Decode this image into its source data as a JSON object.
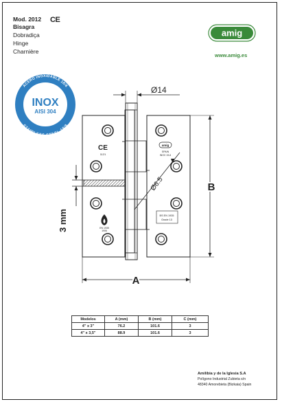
{
  "header": {
    "model": "Mod. 2012",
    "ce_mark": "CE",
    "names": [
      "Bisagra",
      "Dobradiça",
      "Hinge",
      "Charnière"
    ]
  },
  "brand": {
    "logo_text": "amig",
    "website": "www.amig.es",
    "logo_color": "#3a8a3a"
  },
  "inox_badge": {
    "arc_top": "ACERO INOXIDABLE 18/8",
    "main": "INOX",
    "sub": "AISI 304",
    "arc_bottom": "STAINLESS STEEL 18/8",
    "color": "#2f7fc1"
  },
  "drawing": {
    "dim_pin": "Ø14",
    "dim_hole": "Ø6.5",
    "dim_height": "B",
    "dim_width": "A",
    "dim_thickness": "3 mm",
    "leaf_ce": "CE",
    "leaf_ce_code": "1121",
    "brand_mark": "amig",
    "brand_mark_lines": [
      "SPAIN",
      "INOX 19-6"
    ],
    "fire_cert": [
      "EN 1935",
      "1906"
    ],
    "standard_box": [
      "BS EN 1935",
      "Grade 13"
    ]
  },
  "specs": {
    "headers": [
      "Modelos",
      "A (mm)",
      "B (mm)",
      "C (mm)"
    ],
    "rows": [
      [
        "4\" x 3\"",
        "76.2",
        "101.6",
        "3"
      ],
      [
        "4\" x 3,5\"",
        "88.9",
        "101.6",
        "3"
      ]
    ]
  },
  "footer": {
    "company": "Amilibia y de la Iglesia S.A",
    "lines": [
      "Polígono Industrial Zubieta s/n",
      "48340 Amorebieta (Bizkaia) Spain"
    ]
  }
}
